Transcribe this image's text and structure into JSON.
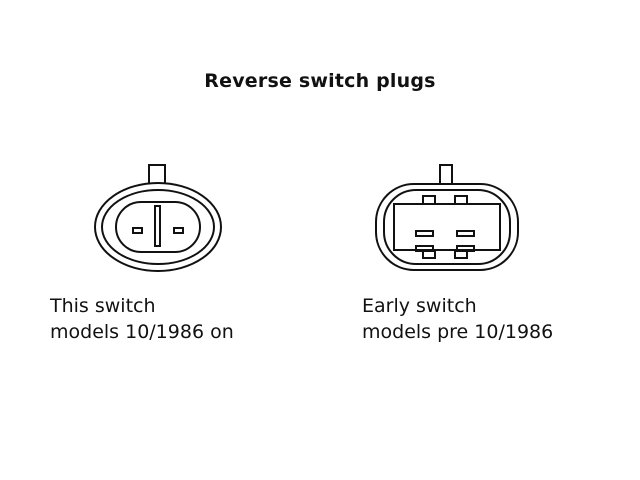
{
  "title": "Reverse switch plugs",
  "plugs": [
    {
      "lines": [
        "This switch",
        "models 10/1986 on"
      ]
    },
    {
      "lines": [
        "Early switch",
        "models pre 10/1986"
      ]
    }
  ],
  "colors": {
    "stroke": "#111111",
    "background": "#ffffff"
  }
}
